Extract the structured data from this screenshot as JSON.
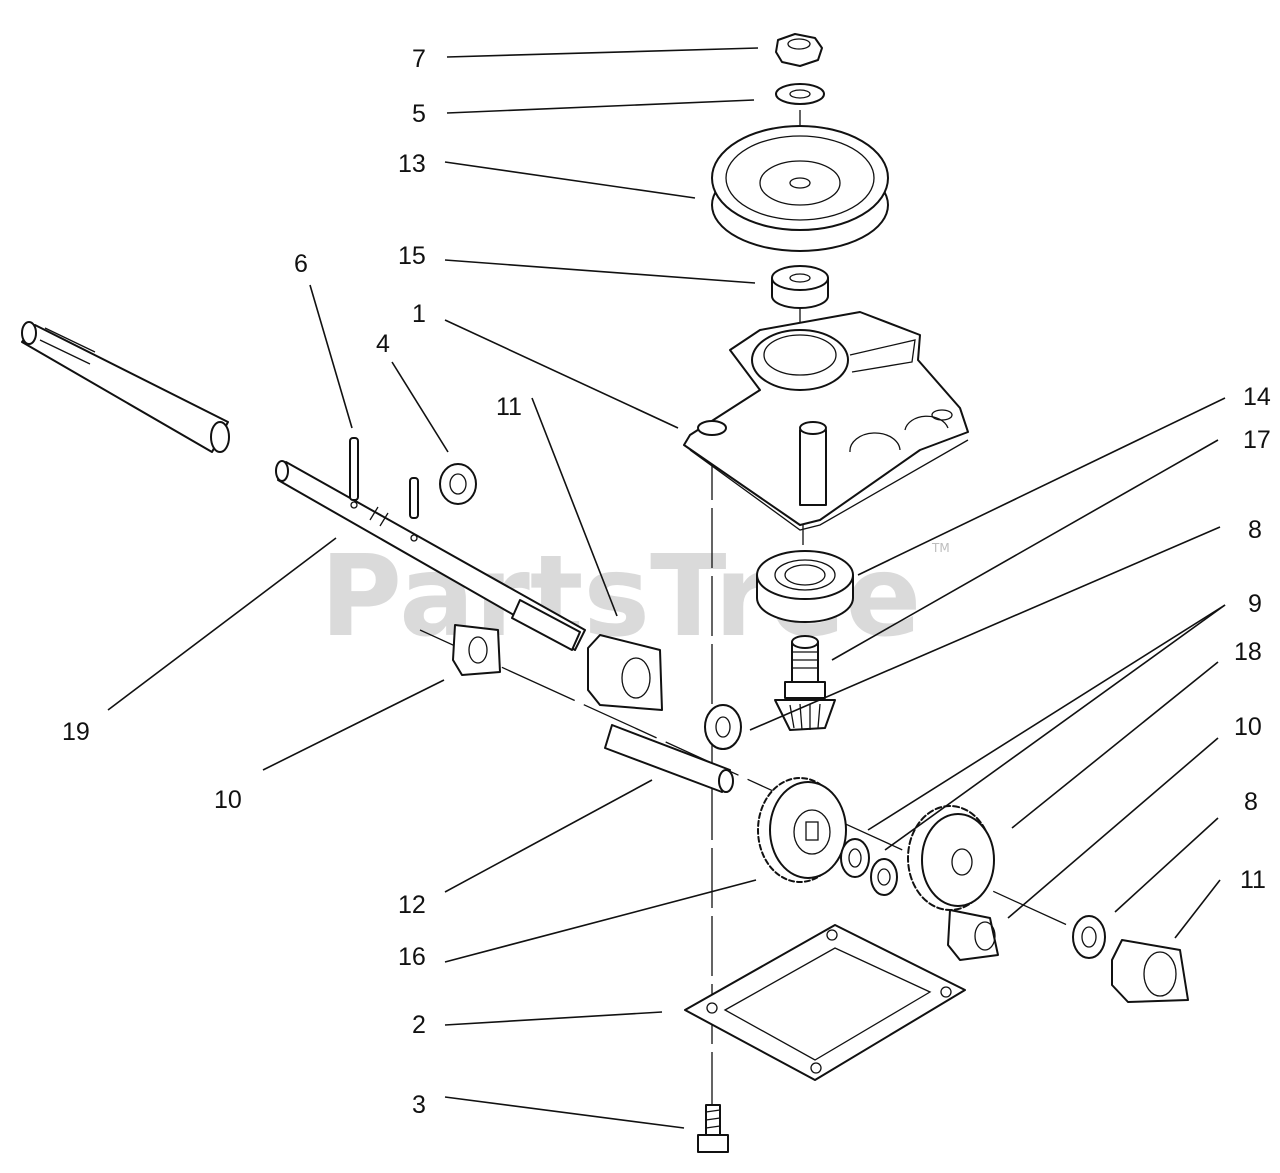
{
  "watermark": {
    "text": "PartsTree",
    "trademark": "TM"
  },
  "callouts": [
    "7",
    "5",
    "13",
    "15",
    "1",
    "6",
    "4",
    "11",
    "14",
    "17",
    "8",
    "9",
    "19",
    "18",
    "10",
    "10",
    "8",
    "11",
    "12",
    "16",
    "2",
    "3"
  ],
  "colors": {
    "ink": "#111111",
    "watermark": "#bdbdbd",
    "background": "#ffffff"
  }
}
